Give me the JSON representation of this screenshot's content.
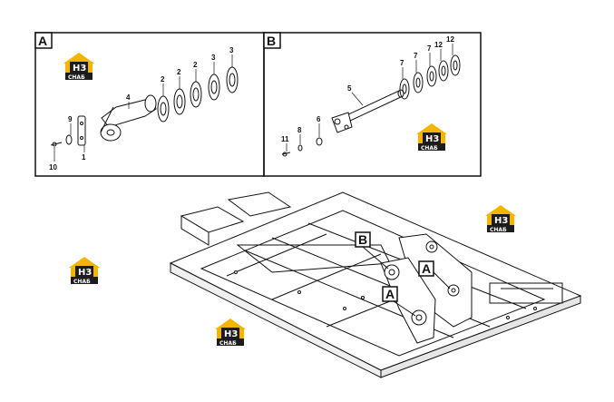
{
  "panels": {
    "a": {
      "title": "A"
    },
    "b": {
      "title": "B"
    }
  },
  "parts_a": [
    "1",
    "2",
    "2",
    "2",
    "3",
    "3",
    "4",
    "9",
    "10"
  ],
  "parts_b": [
    "5",
    "6",
    "7",
    "7",
    "7",
    "8",
    "11",
    "12",
    "12"
  ],
  "callouts": {
    "b": "B",
    "a1": "A",
    "a2": "A"
  },
  "logo": {
    "mark": "H3",
    "text": "CHAБ",
    "colors": {
      "house": "#f4b400",
      "band": "#1c1c1c",
      "letters": "#ffffff"
    }
  },
  "colors": {
    "line": "#111111",
    "paper": "#ffffff"
  }
}
